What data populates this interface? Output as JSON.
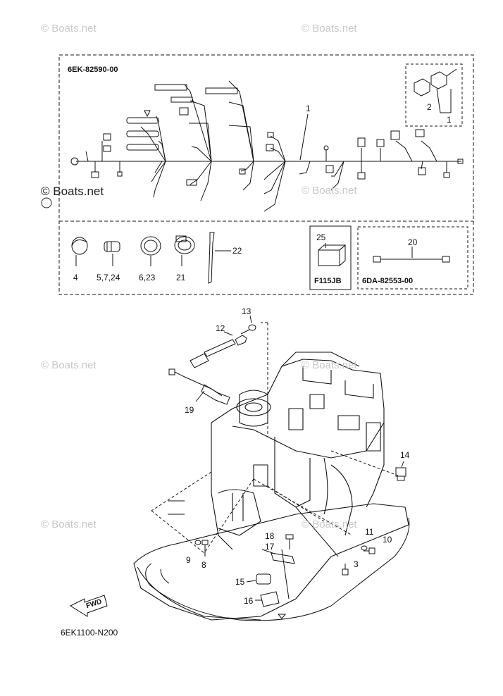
{
  "watermarks": {
    "w1": "© Boats.net",
    "w2": "© Boats.net",
    "w3": "© Boats.net",
    "w4": "© Boats.net",
    "w5": "© Boats.net",
    "w6": "© Boats.net",
    "w7": "© Boats.net",
    "w8": "© Boats.net"
  },
  "codes": {
    "harness": "6EK-82590-00",
    "sub": "6DA-82553-00",
    "model": "F115JB",
    "figure": "6EK1100-N200",
    "fwd": "FWD"
  },
  "parts": {
    "p1": "1",
    "p1b": "1",
    "p2": "2",
    "p3": "3",
    "p4": "4",
    "p5": "5,7,24",
    "p6": "6,23",
    "p8": "8",
    "p9": "9",
    "p10": "10",
    "p11": "11",
    "p12": "12",
    "p13": "13",
    "p14": "14",
    "p15": "15",
    "p16": "16",
    "p17": "17",
    "p18": "18",
    "p19": "19",
    "p20": "20",
    "p21": "21",
    "p22": "22",
    "p25": "25"
  }
}
